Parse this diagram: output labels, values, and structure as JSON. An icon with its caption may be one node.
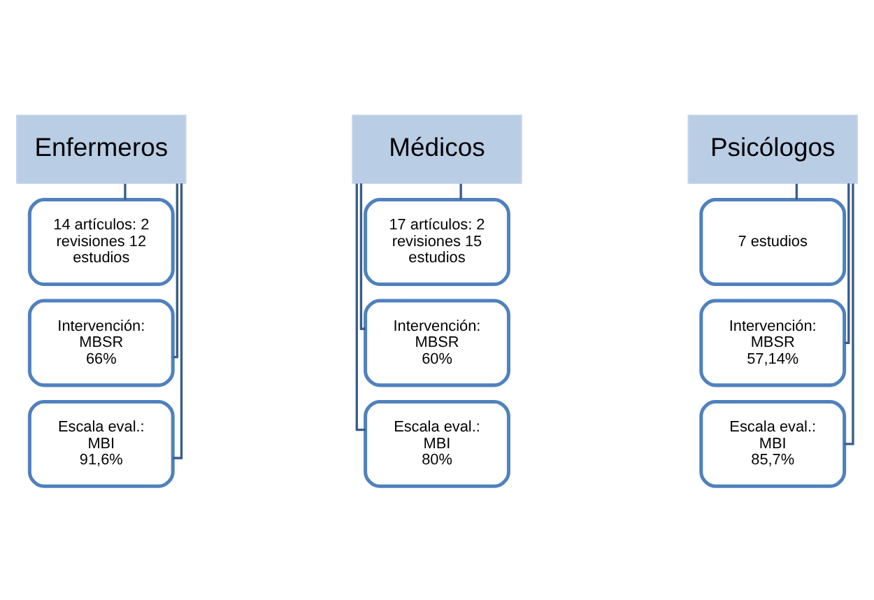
{
  "diagram": {
    "nodes": [
      {
        "text": [
          "Enfermeros"
        ]
      },
      {
        "text": [
          "14 artículos: 2 revisiones 12 estudios"
        ]
      },
      {
        "text": [
          "Intervención:",
          "MBSR",
          "66%"
        ]
      },
      {
        "text": [
          "Escala eval.:",
          "MBI",
          "91,6%"
        ]
      },
      {
        "text": [
          "Médicos"
        ]
      },
      {
        "text": [
          "17 artículos: 2 revisiones 15 estudios"
        ]
      },
      {
        "text": [
          "Intervención:",
          "MBSR",
          "60%"
        ]
      },
      {
        "text": [
          "Escala eval.:",
          "MBI",
          "80%"
        ]
      },
      {
        "text": [
          "Psicólogos"
        ]
      },
      {
        "text": [
          "7 estudios"
        ]
      },
      {
        "text": [
          "Intervención:",
          "MBSR",
          "57,14%"
        ]
      },
      {
        "text": [
          "Escala eval.:",
          "MBI",
          "85,7%"
        ]
      }
    ],
    "edges": [
      {
        "from": 0,
        "to": 1,
        "arrow": "none"
      },
      {
        "from": 0,
        "to": 2,
        "arrow": "none"
      },
      {
        "from": 0,
        "to": 3,
        "arrow": "none"
      },
      {
        "from": 4,
        "to": 5,
        "arrow": "none"
      },
      {
        "from": 4,
        "to": 6,
        "arrow": "none"
      },
      {
        "from": 4,
        "to": 7,
        "arrow": "none"
      },
      {
        "from": 8,
        "to": 9,
        "arrow": "none"
      },
      {
        "from": 8,
        "to": 10,
        "arrow": "none"
      },
      {
        "from": 8,
        "to": 11,
        "arrow": "none"
      }
    ]
  }
}
